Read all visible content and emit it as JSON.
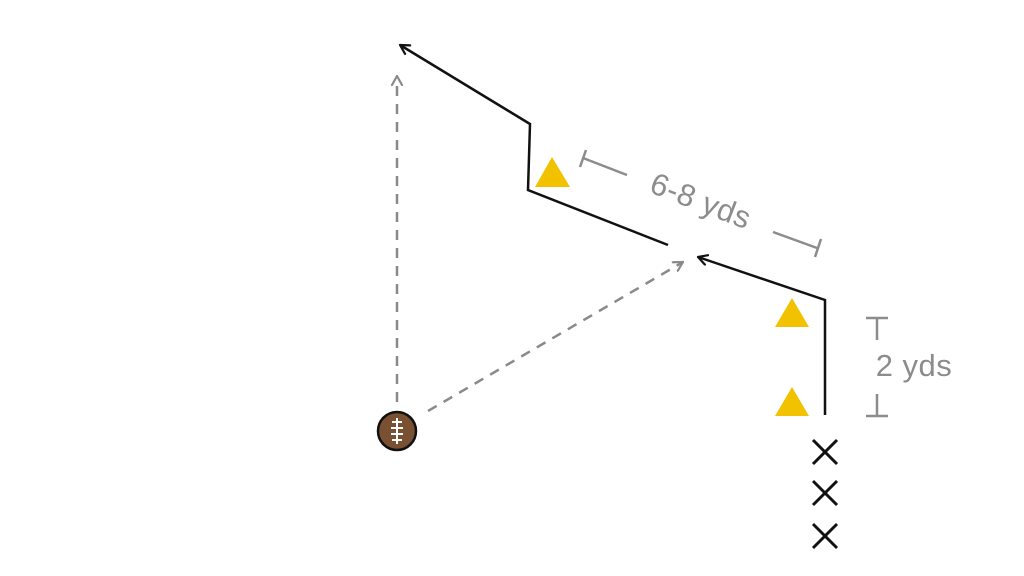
{
  "colors": {
    "background": "#ffffff",
    "route_line": "#111111",
    "pass_dashes": "#8a8a8a",
    "cone_fill": "#f2c200",
    "measure_gray": "#8c8c8c",
    "football_fill": "#7a5033",
    "football_outline": "#111111",
    "player_x": "#111111"
  },
  "icons": {
    "football": "football-icon",
    "cone": "cone-icon",
    "player": "player-x-icon"
  },
  "diagram": {
    "cone_count": 3,
    "player_count": 3,
    "measure_long_label": "6-8 yds",
    "measure_short_label": "2 yds"
  }
}
